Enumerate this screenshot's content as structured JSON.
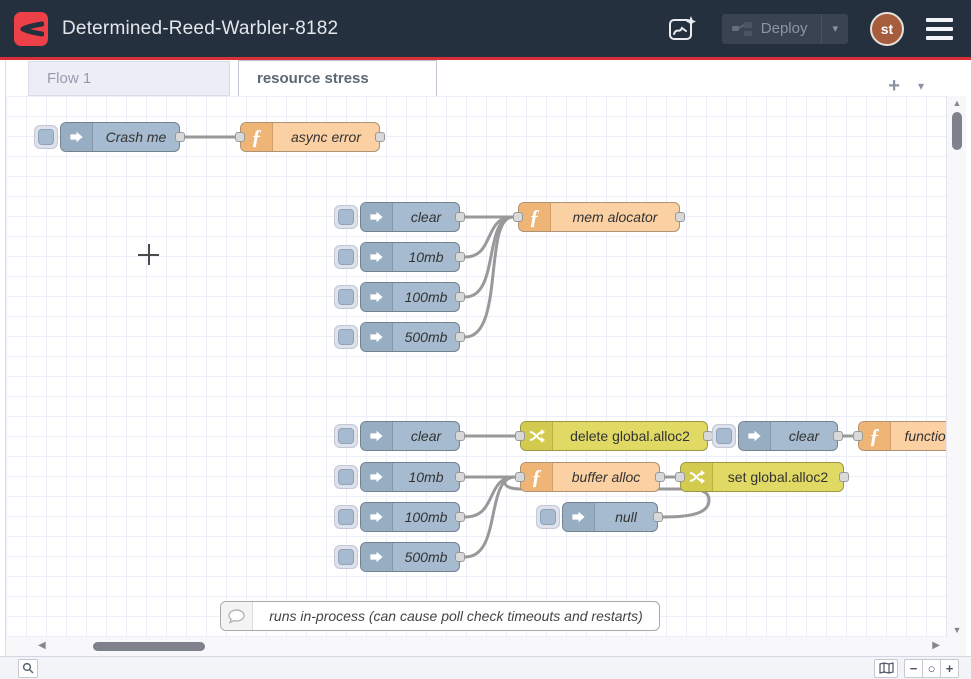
{
  "header": {
    "title": "Determined-Reed-Warbler-8182",
    "deploy_label": "Deploy",
    "avatar_initials": "st"
  },
  "tabs": {
    "items": [
      {
        "label": "Flow 1",
        "active": false
      },
      {
        "label": "resource stress",
        "active": true
      }
    ],
    "add_label": "+"
  },
  "flow": {
    "nodes": [
      {
        "type": "inject",
        "label": "Crash me"
      },
      {
        "type": "function",
        "label": "async error"
      },
      {
        "type": "inject",
        "label": "clear"
      },
      {
        "type": "inject",
        "label": "10mb"
      },
      {
        "type": "inject",
        "label": "100mb"
      },
      {
        "type": "inject",
        "label": "500mb"
      },
      {
        "type": "function",
        "label": "mem alocator"
      },
      {
        "type": "inject",
        "label": "clear"
      },
      {
        "type": "inject",
        "label": "10mb"
      },
      {
        "type": "inject",
        "label": "100mb"
      },
      {
        "type": "inject",
        "label": "500mb"
      },
      {
        "type": "change",
        "label": "delete global.alloc2"
      },
      {
        "type": "function",
        "label": "buffer alloc"
      },
      {
        "type": "change",
        "label": "set global.alloc2"
      },
      {
        "type": "inject",
        "label": "null"
      },
      {
        "type": "inject",
        "label": "clear"
      },
      {
        "type": "function",
        "label": "function"
      }
    ],
    "comment_label": "runs in-process (can cause poll check timeouts and restarts)",
    "function_glyph": "ƒ"
  },
  "icons": {
    "chevron_down": "▾",
    "scroll_up": "▲",
    "scroll_down": "▼",
    "scroll_left": "◀",
    "scroll_right": "▶",
    "zoom_out": "−",
    "zoom_reset": "○",
    "zoom_in": "+"
  },
  "colors": {
    "header_bg": "#25303e",
    "accent_red": "#da2f38",
    "logo_red": "#ee4048",
    "inject_node": "#a6bbcf",
    "function_node": "#fbd1a3",
    "change_node": "#e0d964",
    "wire": "#999999"
  }
}
